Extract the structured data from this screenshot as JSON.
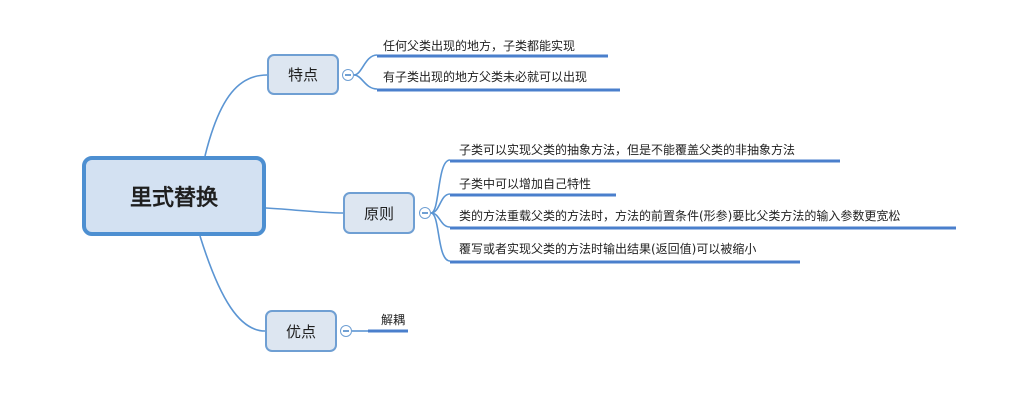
{
  "title": "里式替换",
  "branches": [
    {
      "label": "特点",
      "items": [
        "任何父类出现的地方，子类都能实现",
        "有子类出现的地方父类未必就可以出现"
      ]
    },
    {
      "label": "原则",
      "items": [
        "子类可以实现父类的抽象方法，但是不能覆盖父类的非抽象方法",
        "子类中可以增加自己特性",
        "类的方法重载父类的方法时，方法的前置条件(形参)要比父类方法的输入参数更宽松",
        "覆写或者实现父类的方法时输出结果(返回值)可以被缩小"
      ]
    },
    {
      "label": "优点",
      "items": [
        "解耦"
      ]
    }
  ],
  "colors": {
    "line": "#4d8fd1",
    "root_fill": "#d3e1f2",
    "root_border": "#4d8fd1",
    "topic_fill": "#dde6f1",
    "topic_border": "#6f9fd3",
    "underline": "#4a7fcc"
  }
}
